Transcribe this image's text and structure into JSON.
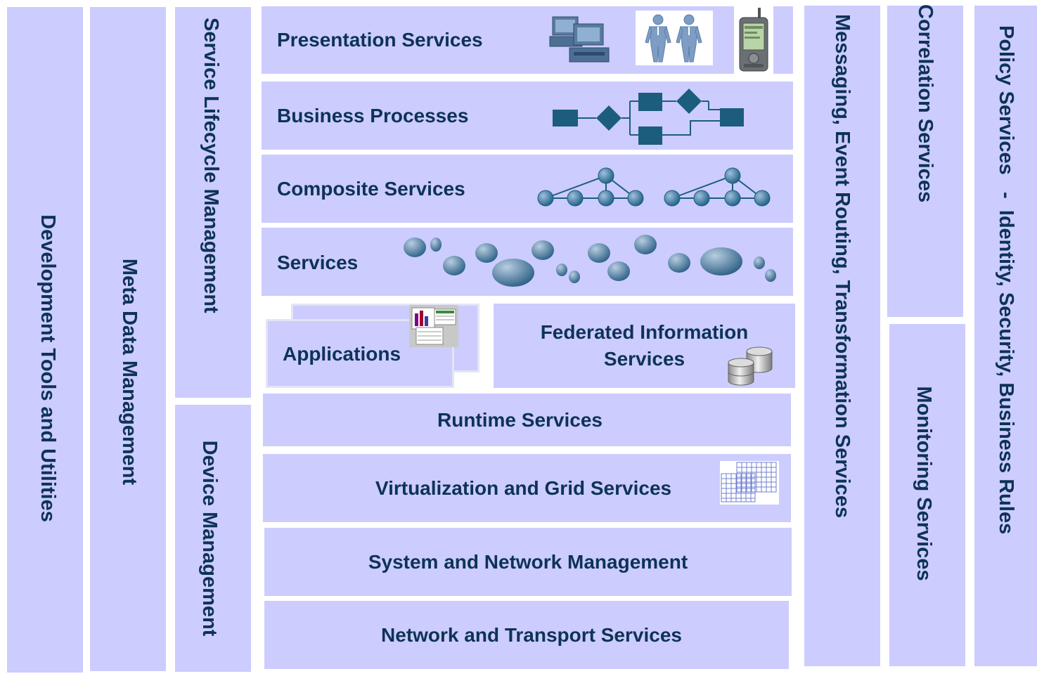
{
  "columns": {
    "development_tools": "Development Tools and  Utilities",
    "meta_data": "Meta Data Management",
    "lifecycle": "Service Lifecycle Management",
    "device": "Device Management",
    "messaging": "Messaging, Event Routing, Transformation Services",
    "correlation": "Correlation Services",
    "monitoring": "Monitoring Services",
    "policy": "Policy Services   -  Identity, Security, Business Rules"
  },
  "layers": {
    "presentation": "Presentation Services",
    "business": "Business Processes",
    "composite": "Composite Services",
    "services": "Services",
    "applications": "Applications",
    "federated": "Federated Information Services",
    "runtime": "Runtime Services",
    "virtualization": "Virtualization and Grid Services",
    "system_network": "System and Network Management",
    "network_transport": "Network and Transport Services"
  },
  "icons": {
    "presentation": [
      "computer-icon",
      "people-icon",
      "pda-icon"
    ],
    "business": "process-flow-icon",
    "composite": "service-tree-icon",
    "services": "service-bubbles-icon",
    "applications": "application-windows-icon",
    "federated": "database-icon",
    "virtualization": "grid-icon"
  },
  "colors": {
    "panel": "#ccccff",
    "text": "#0d3355",
    "icon": "#1c5d7e"
  }
}
